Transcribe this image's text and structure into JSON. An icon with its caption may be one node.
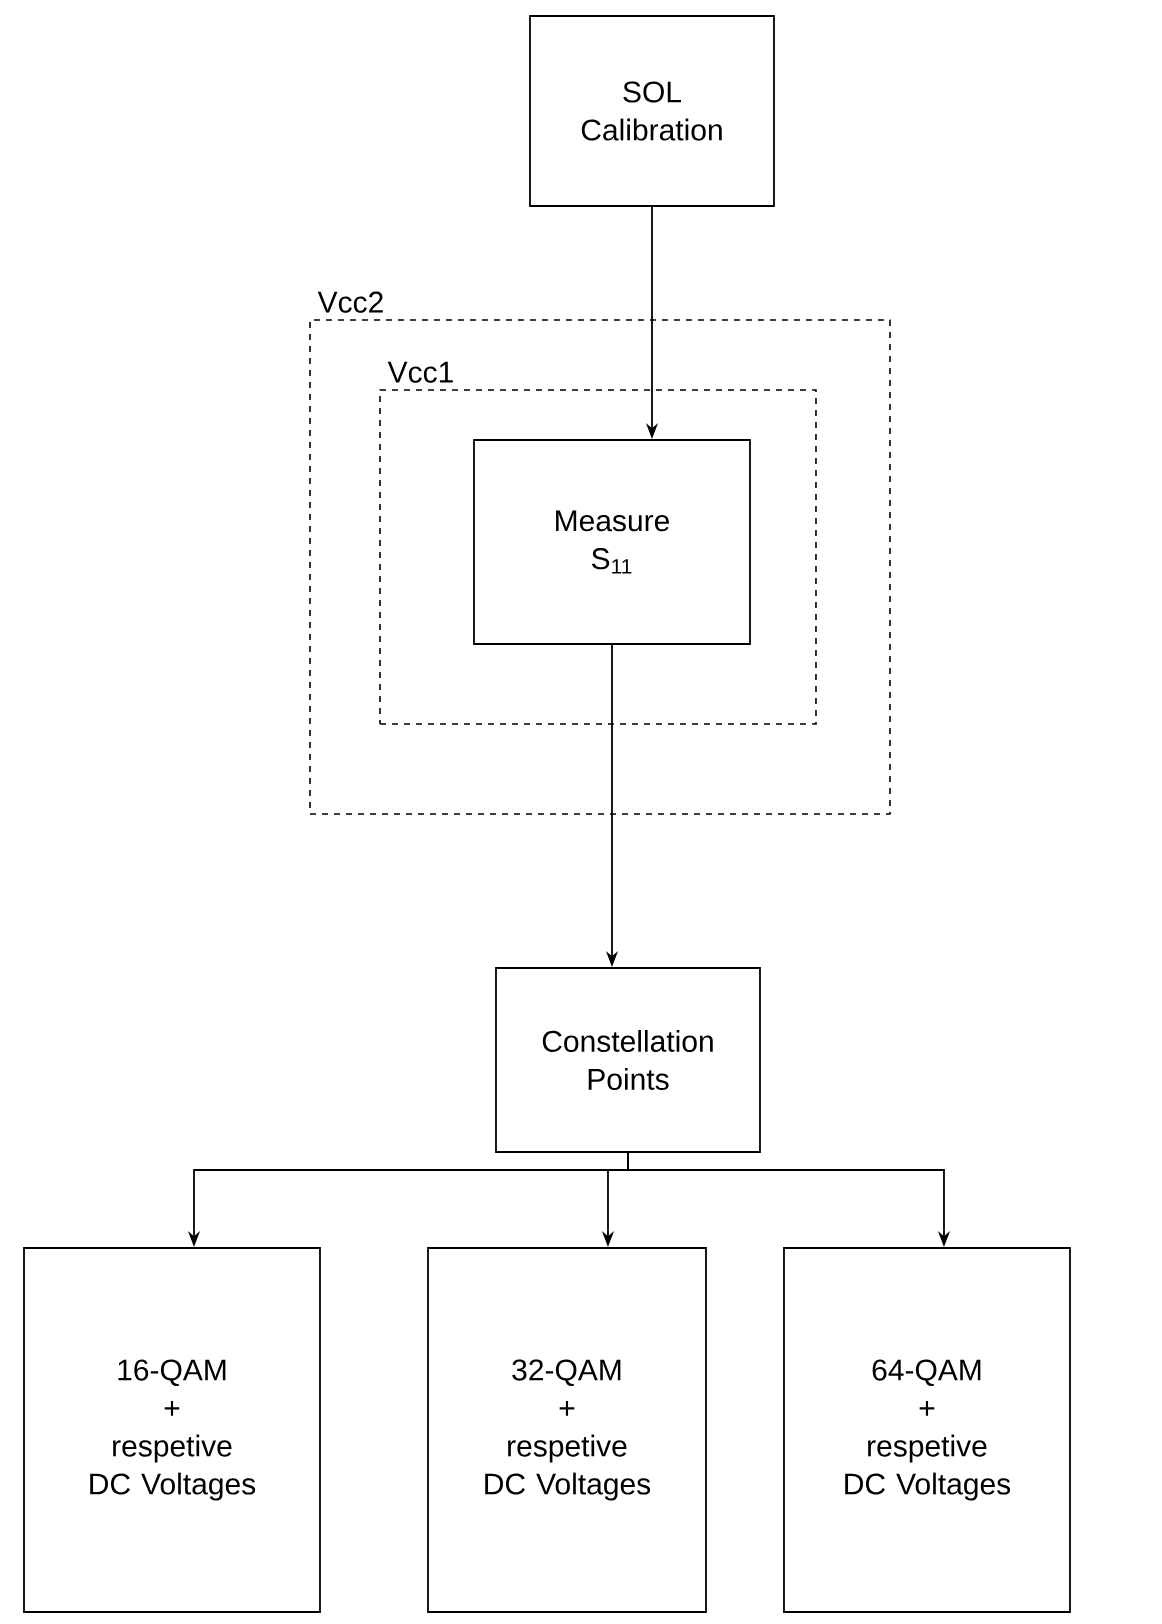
{
  "diagram": {
    "nodes": [
      {
        "text": [
          "SOL Calibration"
        ]
      },
      {
        "text": [
          "Vcc2"
        ]
      },
      {
        "text": [
          "Vcc1"
        ],
        "in": 1
      },
      {
        "text": [
          "Measure S$_{11}$"
        ],
        "in": 2
      },
      {
        "text": [
          "Constellation Points"
        ]
      },
      {
        "text": [
          "16-QAM",
          "+",
          "respetive",
          "DC Voltages"
        ]
      },
      {
        "text": [
          "32-QAM",
          "+",
          "respetive",
          "DC Voltages"
        ]
      },
      {
        "text": [
          "64-QAM",
          "+",
          "respetive",
          "DC Voltages"
        ]
      }
    ],
    "edges": [
      {
        "from": 0,
        "to": 3,
        "arrow": "to"
      },
      {
        "from": 3,
        "to": 4,
        "arrow": "to"
      },
      {
        "from": 4,
        "to": 5,
        "arrow": "to"
      },
      {
        "from": 4,
        "to": 6,
        "arrow": "to"
      },
      {
        "from": 4,
        "to": 7,
        "arrow": "to"
      }
    ]
  }
}
